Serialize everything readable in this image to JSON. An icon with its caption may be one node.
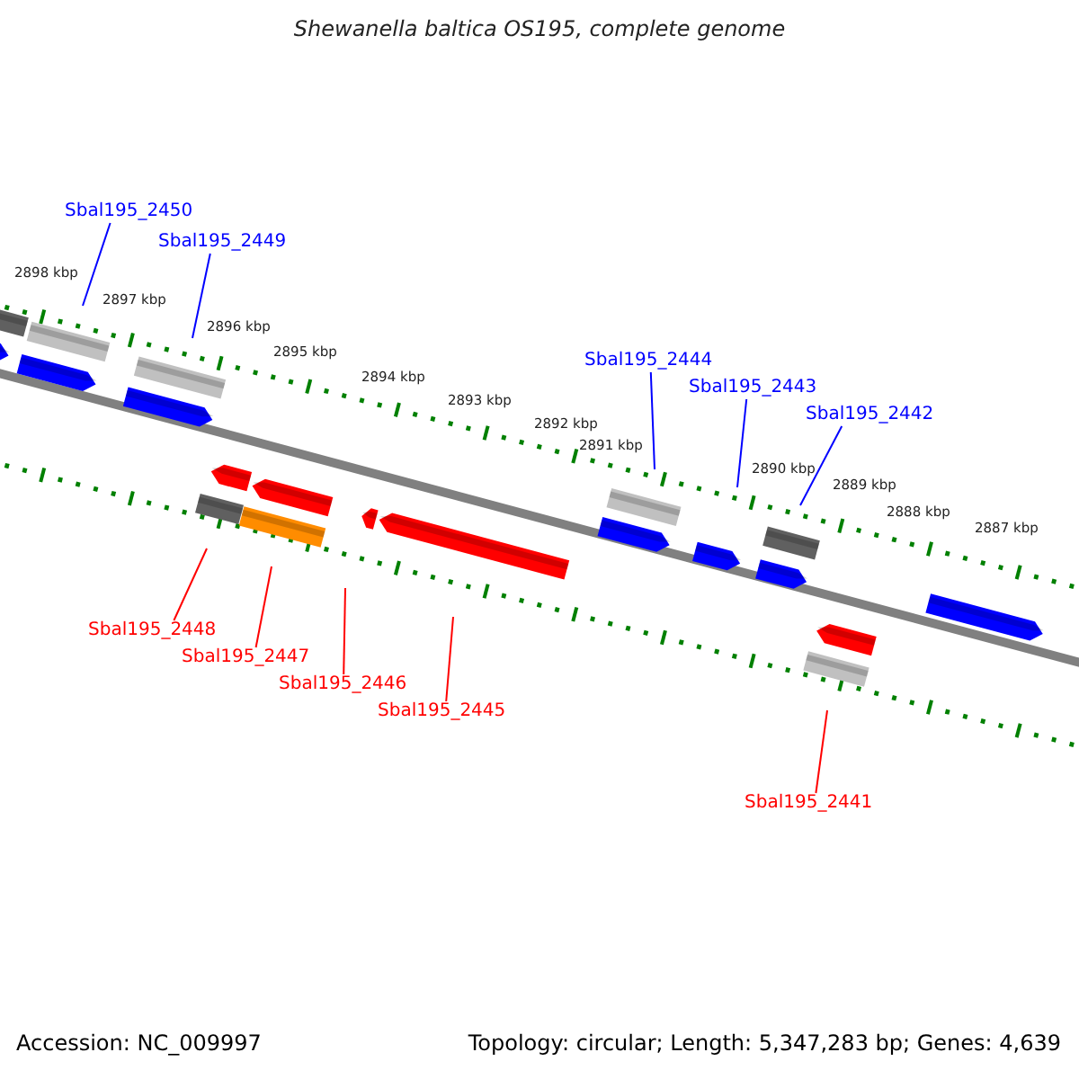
{
  "diagram": {
    "title": "Shewanella baltica OS195, complete genome",
    "nodes": [
      {
        "text": [
          "Sbal195_2450"
        ]
      },
      {
        "text": [
          "Sbal195_2449"
        ]
      },
      {
        "text": [
          "Sbal195_2444"
        ]
      },
      {
        "text": [
          "Sbal195_2443"
        ]
      },
      {
        "text": [
          "Sbal195_2442"
        ]
      },
      {
        "text": [
          "Sbal195_2448"
        ]
      },
      {
        "text": [
          "Sbal195_2447"
        ]
      },
      {
        "text": [
          "Sbal195_2446"
        ]
      },
      {
        "text": [
          "Sbal195_2445"
        ]
      },
      {
        "text": [
          "Sbal195_2441"
        ]
      }
    ],
    "edges": [
      {
        "from": 0,
        "to": null,
        "arrow": "none",
        "color": "#0000ff"
      },
      {
        "from": 1,
        "to": null,
        "arrow": "none",
        "color": "#0000ff"
      },
      {
        "from": 2,
        "to": null,
        "arrow": "none",
        "color": "#0000ff"
      },
      {
        "from": 3,
        "to": null,
        "arrow": "none",
        "color": "#0000ff"
      },
      {
        "from": 4,
        "to": null,
        "arrow": "none",
        "color": "#0000ff"
      },
      {
        "from": 5,
        "to": null,
        "arrow": "none",
        "color": "#ff0000"
      },
      {
        "from": 6,
        "to": null,
        "arrow": "none",
        "color": "#ff0000"
      },
      {
        "from": 7,
        "to": null,
        "arrow": "none",
        "color": "#ff0000"
      },
      {
        "from": 8,
        "to": null,
        "arrow": "none",
        "color": "#ff0000"
      },
      {
        "from": 9,
        "to": null,
        "arrow": "none",
        "color": "#ff0000"
      }
    ],
    "labels": [
      "2898 kbp",
      "2897 kbp",
      "2896 kbp",
      "2895 kbp",
      "2894 kbp",
      "2893 kbp",
      "2892 kbp",
      "2891 kbp",
      "2890 kbp",
      "2889 kbp",
      "2888 kbp",
      "2887 kbp",
      "Accession: NC_009997",
      "Topology: circular; Length: 5,347,283 bp; Genes: 4,639"
    ]
  }
}
